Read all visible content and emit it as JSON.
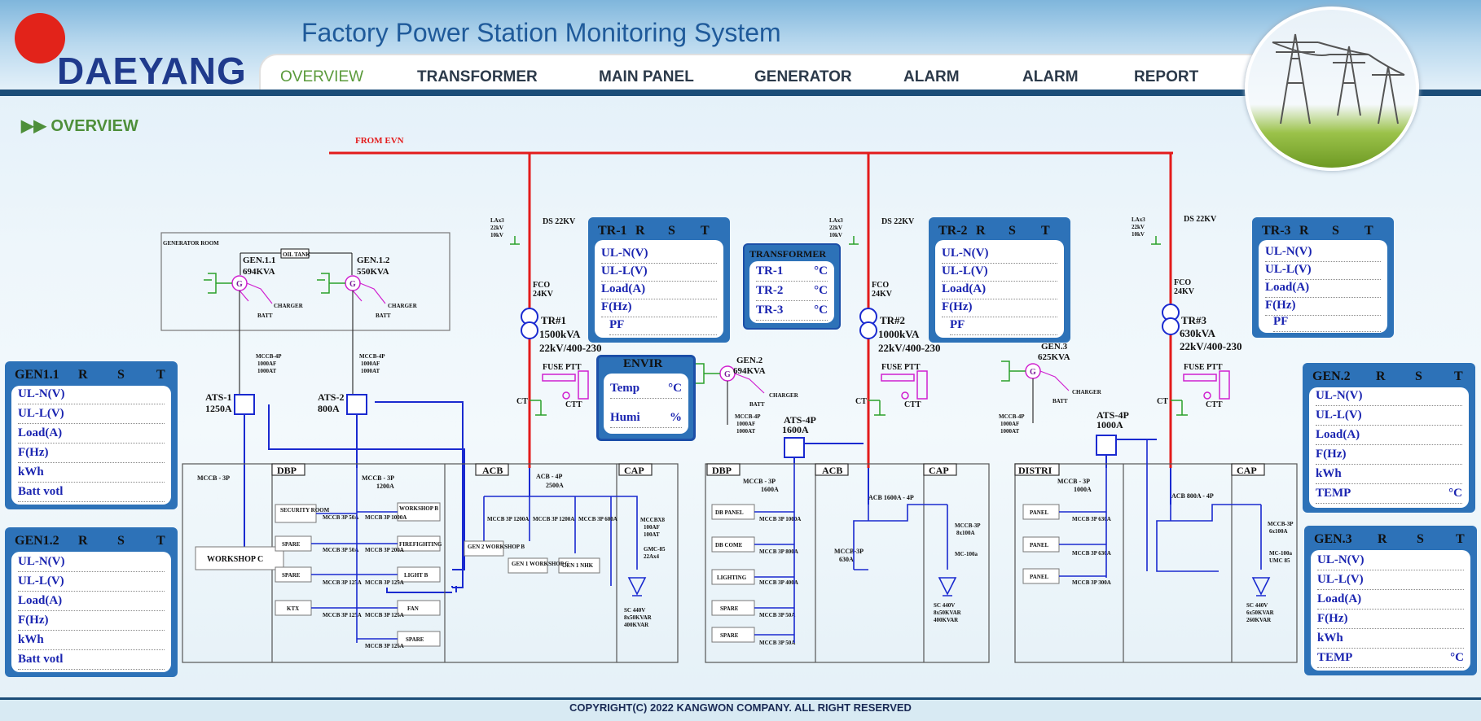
{
  "header": {
    "logo": "DAEYANG",
    "title": "Factory Power Station Monitoring System",
    "nav": [
      "OVERVIEW",
      "TRANSFORMER",
      "MAIN PANEL",
      "GENERATOR",
      "ALARM",
      "ALARM",
      "REPORT"
    ]
  },
  "section_title": "OVERVIEW",
  "footer": "COPYRIGHT(C) 2022 KANGWON COMPANY. ALL RIGHT RESERVED",
  "diagram": {
    "from_evn": "FROM EVN",
    "gen_room": "GENERATOR ROOM",
    "oil_tank": "OIL TANK",
    "gen11": [
      "GEN.1.1",
      "694KVA"
    ],
    "gen12": [
      "GEN.1.2",
      "550KVA"
    ],
    "charger": "CHARGER",
    "batt": "BATT",
    "mccb_4p_1": [
      "MCCB-4P",
      "1000AF",
      "1000AT"
    ],
    "ats1": [
      "ATS-1",
      "1250A"
    ],
    "ats2": [
      "ATS-2",
      "800A"
    ],
    "ds": "DS 22KV",
    "laxs": [
      "LAx3",
      "22kV",
      "10kV"
    ],
    "fco": [
      "FCO",
      "24KV"
    ],
    "tr1": [
      "TR#1",
      "1500kVA",
      "22kV/400-230"
    ],
    "tr2": [
      "TR#2",
      "1000kVA",
      "22kV/400-230"
    ],
    "tr3": [
      "TR#3",
      "630kVA",
      "22kV/400-230"
    ],
    "fuse_ptt": "FUSE PTT",
    "ct": "CT",
    "ctt": "CTT",
    "gen2": [
      "GEN.2",
      "694KVA"
    ],
    "gen3": [
      "GEN.3",
      "625KVA"
    ],
    "ats4p_a": [
      "ATS-4P",
      "1600A"
    ],
    "ats4p_b": [
      "ATS-4P",
      "1000A"
    ],
    "boxes": [
      "DBP",
      "ACB",
      "CAP",
      "DBP",
      "ACB",
      "CAP",
      "DISTRI",
      "CAP"
    ],
    "mccb3p": "MCCB - 3P",
    "mccb3p_1200": [
      "MCCB - 3P",
      "1200A"
    ],
    "acb_4p": [
      "ACB - 4P",
      "2500A"
    ],
    "workshop_c": "WORKSHOP C",
    "dbp1_left": [
      "SECURITY ROOM",
      "SPARE",
      "SPARE",
      "KTX"
    ],
    "dbp1_left_ratings": [
      "MCCB 3P 50A",
      "MCCB 3P 50A",
      "MCCB 3P 125A",
      "MCCB 3P 125A"
    ],
    "dbp1_right": [
      "WORKSHOP B",
      "FIREFIGHTING",
      "LIGHT B",
      "FAN",
      "SPARE"
    ],
    "dbp1_right_ratings": [
      "MCCB 3P 1000A",
      "MCCB 3P 200A",
      "MCCB 3P 125A",
      "MCCB 3P 125A",
      "MCCB 3P 125A"
    ],
    "acb1_feeders": [
      "GEN 2 WORKSHOP B",
      "GEN 1 WORKSHOP C",
      "GEN 1 NHK"
    ],
    "acb1_ratings": [
      "MCCB 3P 1200A",
      "MCCB 3P 1200A",
      "MCCB 3P 600A"
    ],
    "cap1": [
      "MCCBX8",
      "100AF",
      "100AT",
      "GMC-85",
      "22Ax4",
      "SC 440V",
      "8x50KVAR",
      "400KVAR"
    ],
    "mccb3p_1600": [
      "MCCB - 3P",
      "1600A"
    ],
    "dbp2": [
      "DB PANEL",
      "DB COME",
      "LIGHTING",
      "SPARE",
      "SPARE"
    ],
    "dbp2_ratings": [
      "MCCB 3P 1000A",
      "MCCB 3P 800A",
      "MCCB 3P 400A",
      "MCCB 3P 50A",
      "MCCB 3P 50A"
    ],
    "acb2": "ACB 1600A - 4P",
    "acb2_mccb": [
      "MCCB-3P",
      "630A"
    ],
    "cap2": [
      "MCCB-3P",
      "8x100A",
      "MC-100a",
      "SC 440V",
      "8x50KVAR",
      "400KVAR"
    ],
    "mccb3p_1000": [
      "MCCB - 3P",
      "1000A"
    ],
    "distri": [
      "PANEL",
      "PANEL",
      "PANEL"
    ],
    "distri_ratings": [
      "MCCB 3P 630A",
      "MCCB 3P 630A",
      "MCCB 3P 300A"
    ],
    "acb3": "ACB 800A - 4P",
    "cap3": [
      "MCCB-3P",
      "6x100A",
      "MC-100a",
      "UMC 85",
      "SC 440V",
      "6x50KVAR",
      "260KVAR"
    ]
  },
  "panels": {
    "tr1": {
      "title": "TR-1",
      "phases": [
        "R",
        "S",
        "T"
      ],
      "rows": [
        "UL-N(V)",
        "UL-L(V)",
        "Load(A)",
        "F(Hz)",
        "PF"
      ]
    },
    "tr2": {
      "title": "TR-2",
      "phases": [
        "R",
        "S",
        "T"
      ],
      "rows": [
        "UL-N(V)",
        "UL-L(V)",
        "Load(A)",
        "F(Hz)",
        "PF"
      ]
    },
    "tr3": {
      "title": "TR-3",
      "phases": [
        "R",
        "S",
        "T"
      ],
      "rows": [
        "UL-N(V)",
        "UL-L(V)",
        "Load(A)",
        "F(Hz)",
        "PF"
      ]
    },
    "transformer": {
      "title": "TRANSFORMER",
      "rows": [
        "TR-1",
        "TR-2",
        "TR-3"
      ],
      "unit": "°C"
    },
    "envir": {
      "title": "ENVIR",
      "temp": "Temp",
      "temp_unit": "°C",
      "humi": "Humi",
      "humi_unit": "%"
    },
    "gen11": {
      "title": "GEN1.1",
      "phases": [
        "R",
        "S",
        "T"
      ],
      "rows": [
        "UL-N(V)",
        "UL-L(V)",
        "Load(A)",
        "F(Hz)",
        "kWh",
        "Batt votl"
      ]
    },
    "gen12": {
      "title": "GEN1.2",
      "phases": [
        "R",
        "S",
        "T"
      ],
      "rows": [
        "UL-N(V)",
        "UL-L(V)",
        "Load(A)",
        "F(Hz)",
        "kWh",
        "Batt votl"
      ]
    },
    "gen2": {
      "title": "GEN.2",
      "phases": [
        "R",
        "S",
        "T"
      ],
      "rows": [
        "UL-N(V)",
        "UL-L(V)",
        "Load(A)",
        "F(Hz)",
        "kWh",
        "TEMP"
      ],
      "temp_unit": "°C"
    },
    "gen3": {
      "title": "GEN.3",
      "phases": [
        "R",
        "S",
        "T"
      ],
      "rows": [
        "UL-N(V)",
        "UL-L(V)",
        "Load(A)",
        "F(Hz)",
        "kWh",
        "TEMP"
      ],
      "temp_unit": "°C"
    }
  },
  "colors": {
    "line": "#e31b1b",
    "bus": "#1a2ad0",
    "gen": "#d020d0",
    "earth": "#2aa02a",
    "panel": "#2d72b8"
  }
}
